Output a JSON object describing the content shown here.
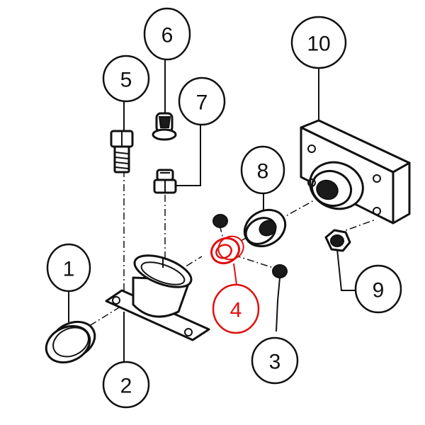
{
  "diagram": {
    "highlight_color": "#e01010",
    "line_color": "#111111",
    "callouts": [
      {
        "label": "1",
        "highlighted": false
      },
      {
        "label": "2",
        "highlighted": false
      },
      {
        "label": "3",
        "highlighted": false
      },
      {
        "label": "4",
        "highlighted": true
      },
      {
        "label": "5",
        "highlighted": false
      },
      {
        "label": "6",
        "highlighted": false
      },
      {
        "label": "7",
        "highlighted": false
      },
      {
        "label": "8",
        "highlighted": false
      },
      {
        "label": "9",
        "highlighted": false
      },
      {
        "label": "10",
        "highlighted": false
      }
    ]
  }
}
